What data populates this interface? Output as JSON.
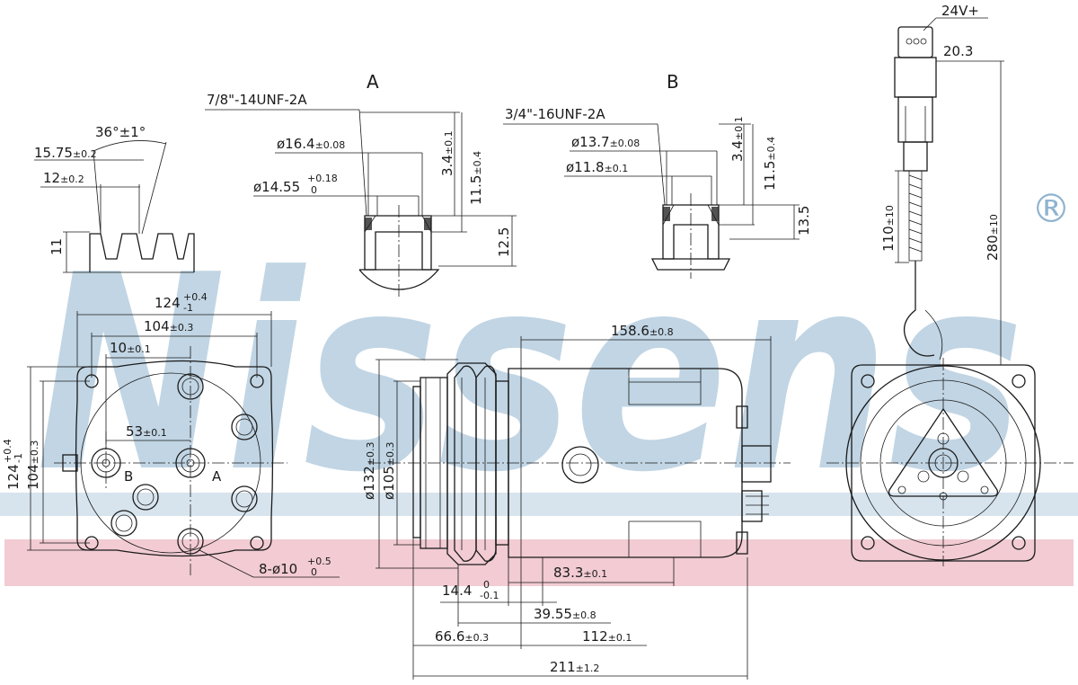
{
  "brand": {
    "watermark": "Nissens",
    "registered_mark": "®",
    "colors": {
      "watermark_blue": "#8fb3cf",
      "band_blue": "#b7cde0",
      "band_red": "#e9a9b6",
      "line": "#1a1a1a"
    }
  },
  "section_a": {
    "label": "A",
    "thread": "7/8\"-14UNF-2A",
    "d1": "ø16.4",
    "d1_tol": "±0.08",
    "d2": "ø14.55",
    "d2_tol_up": "+0.18",
    "d2_tol_low": "0",
    "h1": "3.4",
    "h1_tol": "±0.1",
    "h2": "11.5",
    "h2_tol": "±0.4",
    "h3": "12.5"
  },
  "section_b": {
    "label": "B",
    "thread": "3/4\"-16UNF-2A",
    "d1": "ø13.7",
    "d1_tol": "±0.08",
    "d2": "ø11.8",
    "d2_tol": "±0.1",
    "h1": "3.4",
    "h1_tol": "±0.1",
    "h2": "11.5",
    "h2_tol": "±0.4",
    "h3": "13.5"
  },
  "pulley_groove": {
    "angle": "36°±1°",
    "w1": "15.75",
    "w1_tol": "±0.2",
    "w2": "12",
    "w2_tol": "±0.2",
    "h": "11"
  },
  "rear_view": {
    "width_total": "124",
    "width_total_tol_up": "+0.4",
    "width_total_tol_low": "-1",
    "width_holes": "104",
    "width_holes_tol": "±0.3",
    "offset": "10",
    "offset_tol": "±0.1",
    "port_spacing": "53",
    "port_spacing_tol": "±0.1",
    "height_total": "124",
    "height_total_tol_up": "+0.4",
    "height_total_tol_low": "-1",
    "height_holes": "104",
    "height_holes_tol": "±0.3",
    "holes": "8-ø10",
    "holes_tol_up": "+0.5",
    "holes_tol_low": "0",
    "port_a": "A",
    "port_b": "B"
  },
  "side_view": {
    "length_body": "158.6",
    "length_body_tol": "±0.8",
    "pulley_dia": "ø132",
    "pulley_dia_tol": "±0.3",
    "pilot_dia": "ø105",
    "pilot_dia_tol": "±0.3",
    "d_83": "83.3",
    "d_83_tol": "±0.1",
    "d_14": "14.4",
    "d_14_tol_up": "0",
    "d_14_tol_low": "-0.1",
    "d_39": "39.55",
    "d_39_tol": "±0.8",
    "d_66": "66.6",
    "d_66_tol": "±0.3",
    "d_112": "112",
    "d_112_tol": "±0.1",
    "d_211": "211",
    "d_211_tol": "±1.2"
  },
  "front_view": {
    "voltage": "24V+",
    "connector_w": "20.3",
    "cable_a": "110",
    "cable_a_tol": "±10",
    "cable_b": "280",
    "cable_b_tol": "±10"
  }
}
